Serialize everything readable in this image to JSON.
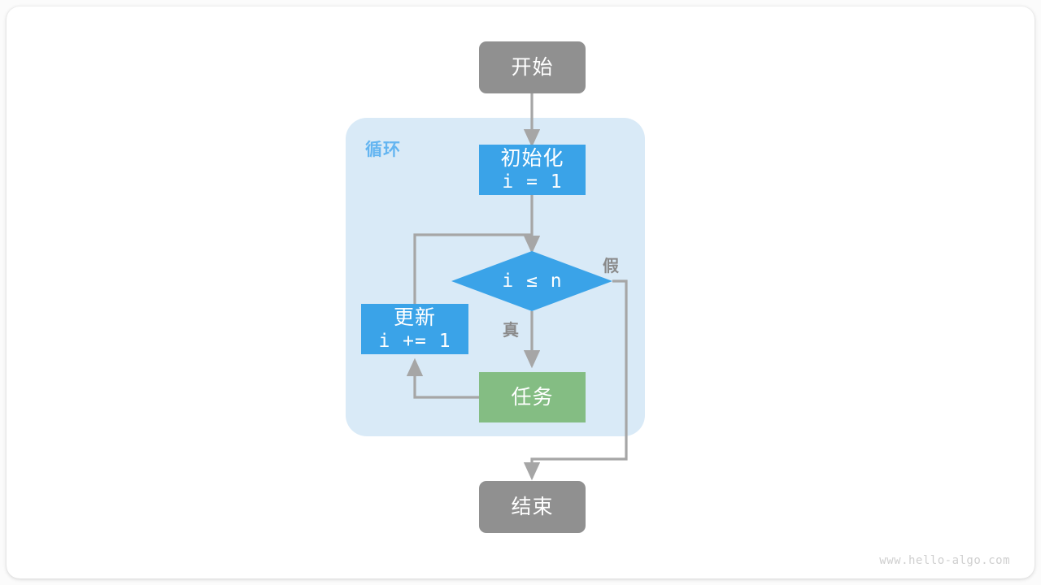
{
  "page": {
    "background_color": "#fbfbfb",
    "card_color": "#ffffff",
    "watermark": "www.hello-algo.com"
  },
  "palette": {
    "gray_node": "#909090",
    "blue_node": "#3aa3e8",
    "green_node": "#84bd83",
    "loop_container_fill": "#d9eaf7",
    "loop_title_color": "#64b5f1",
    "edge_stroke": "#a6a6a6",
    "edge_label_color": "#8a8a8a",
    "node_text_color": "#ffffff"
  },
  "diagram": {
    "type": "flowchart",
    "title": "",
    "loop_container": {
      "label": "循环"
    },
    "nodes": [
      {
        "id": "start",
        "shape": "rounded-rect",
        "label_cjk": "开始",
        "label_code": "",
        "color": "#909090"
      },
      {
        "id": "init",
        "shape": "rect",
        "label_cjk": "初始化",
        "label_code": "i = 1",
        "color": "#3aa3e8"
      },
      {
        "id": "cond",
        "shape": "diamond",
        "label_cjk": "",
        "label_code": "i ≤ n",
        "color": "#3aa3e8"
      },
      {
        "id": "update",
        "shape": "rect",
        "label_cjk": "更新",
        "label_code": "i += 1",
        "color": "#3aa3e8"
      },
      {
        "id": "task",
        "shape": "rect",
        "label_cjk": "任务",
        "label_code": "",
        "color": "#84bd83"
      },
      {
        "id": "end",
        "shape": "rounded-rect",
        "label_cjk": "结束",
        "label_code": "",
        "color": "#909090"
      }
    ],
    "edges": [
      {
        "id": "start-to-init",
        "from": "start",
        "to": "init",
        "label": ""
      },
      {
        "id": "init-to-cond",
        "from": "init",
        "to": "cond",
        "label": ""
      },
      {
        "id": "cond-to-task",
        "from": "cond",
        "to": "task",
        "label": "真"
      },
      {
        "id": "cond-to-end",
        "from": "cond",
        "to": "end",
        "label": "假"
      },
      {
        "id": "task-to-update",
        "from": "task",
        "to": "update",
        "label": ""
      },
      {
        "id": "update-to-cond",
        "from": "update",
        "to": "cond",
        "label": ""
      }
    ]
  }
}
